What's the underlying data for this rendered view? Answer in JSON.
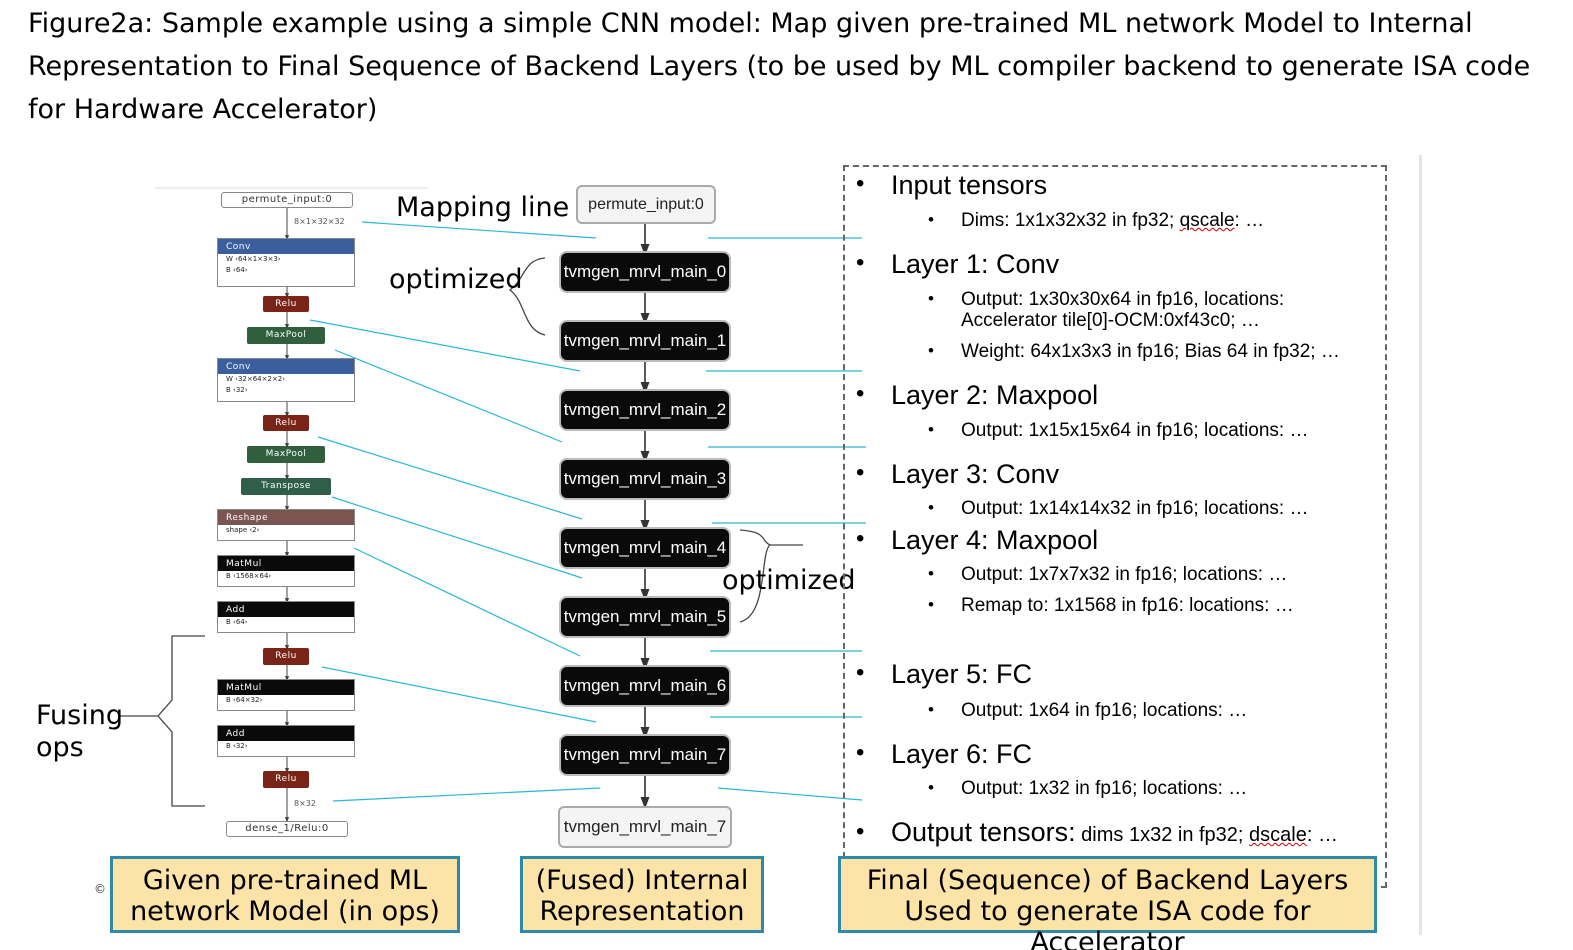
{
  "title": "Figure2a: Sample example using a simple CNN model: Map given pre-trained ML network Model to Internal Representation to Final Sequence of Backend Layers (to be used by ML compiler backend to generate ISA code for Hardware Accelerator)",
  "left_model": {
    "input_node": "permute_input:0",
    "input_edge_label": "8×1×32×32",
    "ops": [
      {
        "name": "Conv",
        "attrs": [
          "W ‹64×1×3×3›",
          "B ‹64›"
        ]
      },
      {
        "name": "Relu"
      },
      {
        "name": "MaxPool"
      },
      {
        "name": "Conv",
        "attrs": [
          "W ‹32×64×2×2›",
          "B ‹32›"
        ]
      },
      {
        "name": "Relu"
      },
      {
        "name": "MaxPool"
      },
      {
        "name": "Transpose"
      },
      {
        "name": "Reshape",
        "attrs": [
          "shape ‹2›"
        ]
      },
      {
        "name": "MatMul",
        "attrs": [
          "B ‹1568×64›"
        ]
      },
      {
        "name": "Add",
        "attrs": [
          "B ‹64›"
        ]
      },
      {
        "name": "Relu"
      },
      {
        "name": "MatMul",
        "attrs": [
          "B ‹64×32›"
        ]
      },
      {
        "name": "Add",
        "attrs": [
          "B ‹32›"
        ]
      },
      {
        "name": "Relu"
      }
    ],
    "output_edge_label": "8×32",
    "output_node": "dense_1/Relu:0"
  },
  "annotations": {
    "mapping_line": "Mapping line",
    "optimized_top": "optimized",
    "optimized_right": "optimized",
    "fusing_ops": "Fusing ops",
    "copyright": "©"
  },
  "middle_ir": {
    "input_node": "permute_input:0",
    "nodes": [
      "tvmgen_mrvl_main_0",
      "tvmgen_mrvl_main_1",
      "tvmgen_mrvl_main_2",
      "tvmgen_mrvl_main_3",
      "tvmgen_mrvl_main_4",
      "tvmgen_mrvl_main_5",
      "tvmgen_mrvl_main_6",
      "tvmgen_mrvl_main_7"
    ],
    "output_node": "tvmgen_mrvl_main_7"
  },
  "right_panel": {
    "input_tensors": "Input tensors",
    "input_dims_prefix": "Dims: 1x1x32x32 in fp32; ",
    "input_dims_qscale": "qscale",
    "input_dims_suffix": ": …",
    "layer1": "Layer 1: Conv",
    "layer1_out_a": "Output: 1x30x30x64 in fp16, locations:",
    "layer1_out_b": "Accelerator tile[0]-OCM:0xf43c0; …",
    "layer1_weight": "Weight: 64x1x3x3 in fp16; Bias 64 in fp32; …",
    "layer2": "Layer 2: Maxpool",
    "layer2_out": "Output: 1x15x15x64 in fp16; locations: …",
    "layer3": "Layer 3: Conv",
    "layer3_out": "Output: 1x14x14x32 in fp16; locations: …",
    "layer4": "Layer 4: Maxpool",
    "layer4_out": "Output: 1x7x7x32 in fp16; locations: …",
    "layer4_remap": "Remap to: 1x1568 in fp16: locations: …",
    "layer5": "Layer 5: FC",
    "layer5_out": "Output: 1x64 in fp16; locations: …",
    "layer6": "Layer 6: FC",
    "layer6_out": "Output: 1x32 in fp16; locations: …",
    "output_tensors": "Output tensors:",
    "output_dims_prefix": " dims 1x32 in fp32; ",
    "output_dscale": "dscale",
    "output_suffix": ": …"
  },
  "captions": {
    "left": "Given pre-trained ML network Model (in ops)",
    "middle": "(Fused) Internal Representation",
    "right": "Final (Sequence) of Backend Layers Used to generate ISA code for Accelerator"
  },
  "colors": {
    "conv": "#3b5f9e",
    "relu": "#7a2418",
    "maxpool": "#2f5f3c",
    "transpose": "#2f5f48",
    "reshape": "#7b5550",
    "matmul": "#0a0a0a",
    "mapping_line": "#29b8d8",
    "caption_fill": "#fce4a8",
    "caption_border": "#2f8aa8"
  }
}
